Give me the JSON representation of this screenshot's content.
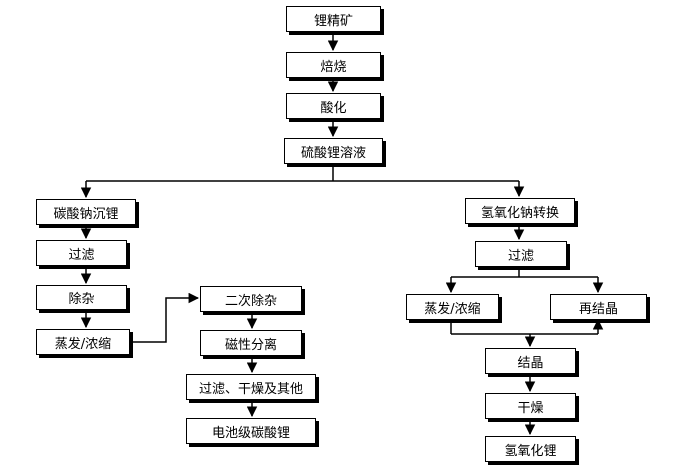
{
  "nodes": {
    "n1": {
      "label": "锂精矿"
    },
    "n2": {
      "label": "焙烧"
    },
    "n3": {
      "label": "酸化"
    },
    "n4": {
      "label": "硫酸锂溶液"
    },
    "l1": {
      "label": "碳酸钠沉锂"
    },
    "l2": {
      "label": "过滤"
    },
    "l3": {
      "label": "除杂"
    },
    "l4": {
      "label": "蒸发/浓缩"
    },
    "m1": {
      "label": "二次除杂"
    },
    "m2": {
      "label": "磁性分离"
    },
    "m3": {
      "label": "过滤、干燥及其他"
    },
    "m4": {
      "label": "电池级碳酸锂"
    },
    "r1": {
      "label": "氢氧化钠转换"
    },
    "r2": {
      "label": "过滤"
    },
    "r3": {
      "label": "蒸发/浓缩"
    },
    "r3b": {
      "label": "再结晶"
    },
    "r4": {
      "label": "结晶"
    },
    "r5": {
      "label": "干燥"
    },
    "r6": {
      "label": "氢氧化锂"
    }
  },
  "colors": {
    "line": "#000000",
    "box_border": "#000000",
    "box_fill": "#ffffff",
    "shadow": "#000000"
  }
}
